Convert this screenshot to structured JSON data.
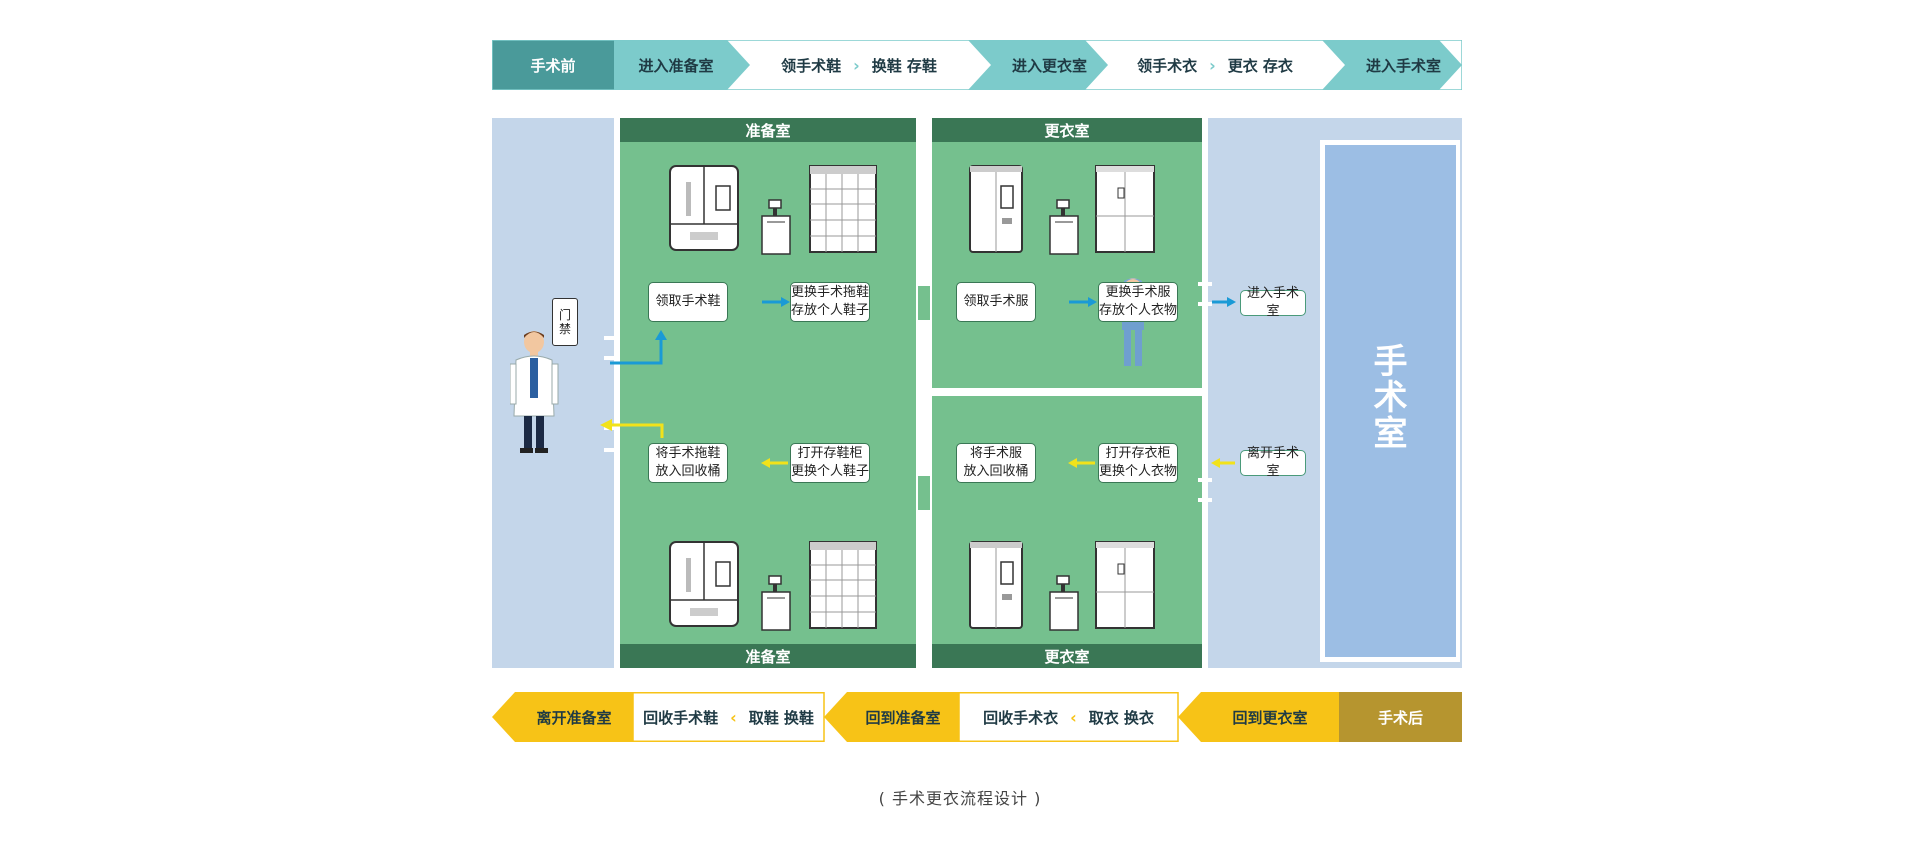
{
  "top_flow": {
    "start": "手术前",
    "step1": "进入准备室",
    "step2a": "领手术鞋",
    "step2b": "换鞋 存鞋",
    "step3": "进入更衣室",
    "step4a": "领手术衣",
    "step4b": "更衣 存衣",
    "step5": "进入手术室"
  },
  "bottom_flow": {
    "step1": "离开准备室",
    "step2a": "回收手术鞋",
    "step2b": "取鞋 换鞋",
    "step3": "回到准备室",
    "step4a": "回收手术衣",
    "step4b": "取衣 换衣",
    "step5": "回到更衣室",
    "end": "手术后"
  },
  "rooms": {
    "prep_top": "准备室",
    "prep_bottom": "准备室",
    "change_top": "更衣室",
    "change_bottom": "更衣室",
    "or_label_1": "手",
    "or_label_2": "术",
    "or_label_3": "室"
  },
  "access": {
    "label_1": "门",
    "label_2": "禁"
  },
  "steps": {
    "get_shoes": "领取手术鞋",
    "change_shoes_1": "更换手术拖鞋",
    "change_shoes_2": "存放个人鞋子",
    "get_gown": "领取手术服",
    "change_gown_1": "更换手术服",
    "change_gown_2": "存放个人衣物",
    "enter_or": "进入手术室",
    "return_shoes_1": "将手术拖鞋",
    "return_shoes_2": "放入回收桶",
    "open_shoe_cab_1": "打开存鞋柜",
    "open_shoe_cab_2": "更换个人鞋子",
    "return_gown_1": "将手术服",
    "return_gown_2": "放入回收桶",
    "open_cloth_cab_1": "打开存衣柜",
    "open_cloth_cab_2": "更换个人衣物",
    "leave_or": "离开手术室"
  },
  "caption": "( 手术更衣流程设计 )",
  "colors": {
    "teal_dark": "#4a9a9a",
    "teal_light": "#7ccbcb",
    "green_room": "#75c08e",
    "green_head": "#3a7755",
    "blue_side": "#c4d6ea",
    "or_blue": "#9cbee4",
    "yellow": "#f7c317",
    "gold_dark": "#b6952f",
    "arrow_blue": "#1a9ad6",
    "arrow_yellow": "#f2e21a"
  }
}
